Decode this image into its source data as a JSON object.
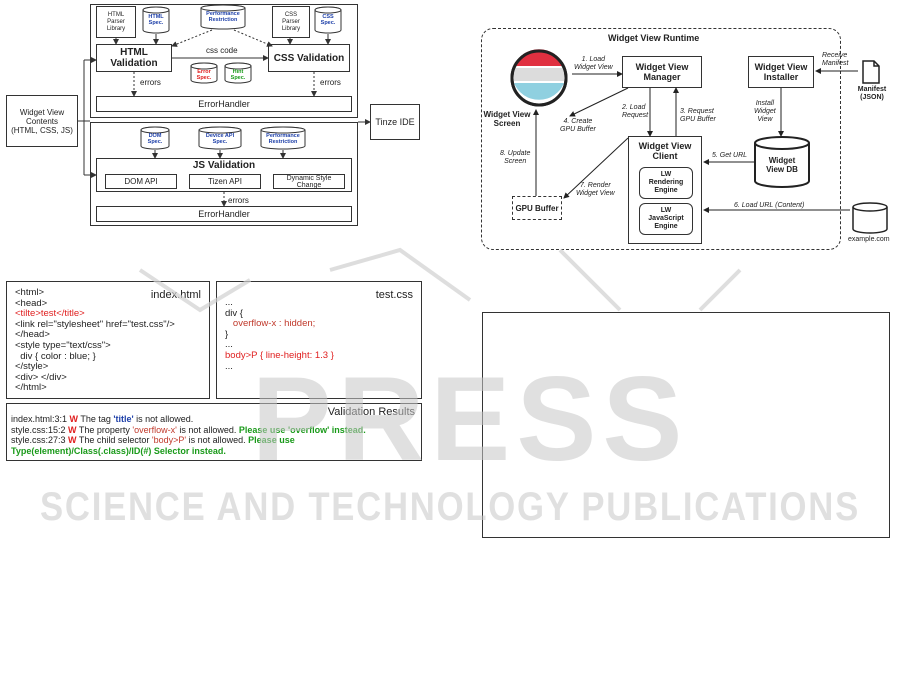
{
  "left_diagram": {
    "widget_contents": [
      "Widget View",
      "Contents",
      "(HTML, CSS, JS)"
    ],
    "tizen_ide": "Tinze IDE",
    "html_parser": [
      "HTML",
      "Parser",
      "Library"
    ],
    "css_parser": [
      "CSS",
      "Parser",
      "Library"
    ],
    "html_spec": [
      "HTML",
      "Spec."
    ],
    "css_spec": [
      "CSS",
      "Spec."
    ],
    "perf_restriction": [
      "Performance",
      "Restriction"
    ],
    "html_validation": [
      "HTML",
      "Validation"
    ],
    "css_validation": "CSS Validation",
    "css_code": "css code",
    "errors_1": "errors",
    "errors_2": "errors",
    "errors_3": "errors",
    "error_spec": [
      "Error",
      "Spec."
    ],
    "hint_spec": [
      "Hint",
      "Spec."
    ],
    "error_handler": "ErrorHandler",
    "dom_spec": [
      "DOM",
      "Spec."
    ],
    "device_api_spec": [
      "Device API",
      "Spec."
    ],
    "perf_restriction_2": [
      "Performance",
      "Restriction"
    ],
    "js_validation": "JS Validation",
    "dom_api": "DOM API",
    "tizen_api": "Tizen API",
    "dynamic_style": [
      "Dynamic Style",
      "Change"
    ],
    "error_handler_2": "ErrorHandler"
  },
  "right_diagram": {
    "title": "Widget View Runtime",
    "wv_screen": [
      "Widget View",
      "Screen"
    ],
    "wv_manager": [
      "Widget View",
      "Manager"
    ],
    "wv_installer": [
      "Widget View",
      "Installer"
    ],
    "wv_client": [
      "Widget View",
      "Client"
    ],
    "lw_rendering": [
      "LW",
      "Rendering",
      "Engine"
    ],
    "lw_js": [
      "LW",
      "JavaScript",
      "Engine"
    ],
    "gpu_buffer": "GPU Buffer",
    "wv_db": [
      "Widget",
      "View DB"
    ],
    "manifest": [
      "Manifest",
      "(JSON)"
    ],
    "receive_manifest": [
      "Receive",
      "Manifest"
    ],
    "example": "example.com",
    "step1": [
      "1. Load",
      "Widget View"
    ],
    "step2": [
      "2. Load",
      "Request"
    ],
    "step3": [
      "3. Request",
      "GPU Buffer"
    ],
    "step4": [
      "4. Create",
      "GPU Buffer"
    ],
    "step5": "5. Get URL",
    "step6": "6. Load URL (Content)",
    "step7": [
      "7. Render",
      "Widget View"
    ],
    "step8": [
      "8. Update",
      "Screen"
    ],
    "install": [
      "Install",
      "Widget",
      "View"
    ]
  },
  "index_html": {
    "title": "index.html",
    "lines": [
      "<html>",
      "<head>",
      "<tilte>test</title>",
      "<link rel=\"stylesheet\" href=\"test.css\"/>",
      "</head>",
      "<style type=\"text/css\">",
      "  div { color : blue; }",
      "</style>",
      "<div> </div>",
      "</html>"
    ]
  },
  "test_css": {
    "title": "test.css",
    "lines": [
      "...",
      "",
      "div {",
      "   overflow-x : hidden;",
      "}",
      "...",
      "body>P { line-height: 1.3 }",
      "..."
    ]
  },
  "validation": {
    "title": "Validation Results",
    "r1_prefix": "index.html:3:1 ",
    "r1_w": "W",
    "r1_a": " The tag ",
    "r1_b": "'title'",
    "r1_c": " is not allowed.",
    "r2_prefix": "style.css:15:2 ",
    "r2_w": "W",
    "r2_a": " The property ",
    "r2_b": "'overflow-x'",
    "r2_c": " is not allowed. ",
    "r2_d": "Please use 'overflow' instead.",
    "r3_prefix": "style.css:27:3 ",
    "r3_w": "W",
    "r3_a": " The child selector ",
    "r3_b": "'body>P'",
    "r3_c": " is not allowed. ",
    "r3_d": "Please use",
    "r4": "Type(element)/Class(.class)/ID(#) Selector instead."
  },
  "watermark": {
    "word1": "PRESS",
    "word2": "SCIENCE AND TECHNOLOGY PUBLICATIONS"
  }
}
